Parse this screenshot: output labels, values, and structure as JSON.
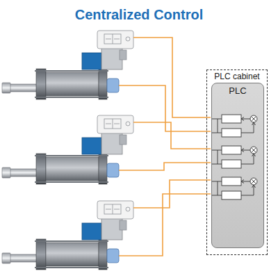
{
  "diagram": {
    "title": "Centralized Control",
    "nodes": [
      {
        "text": [
          "PLC cabinet"
        ]
      },
      {
        "text": [
          "PLC"
        ],
        "in": 0
      }
    ]
  }
}
